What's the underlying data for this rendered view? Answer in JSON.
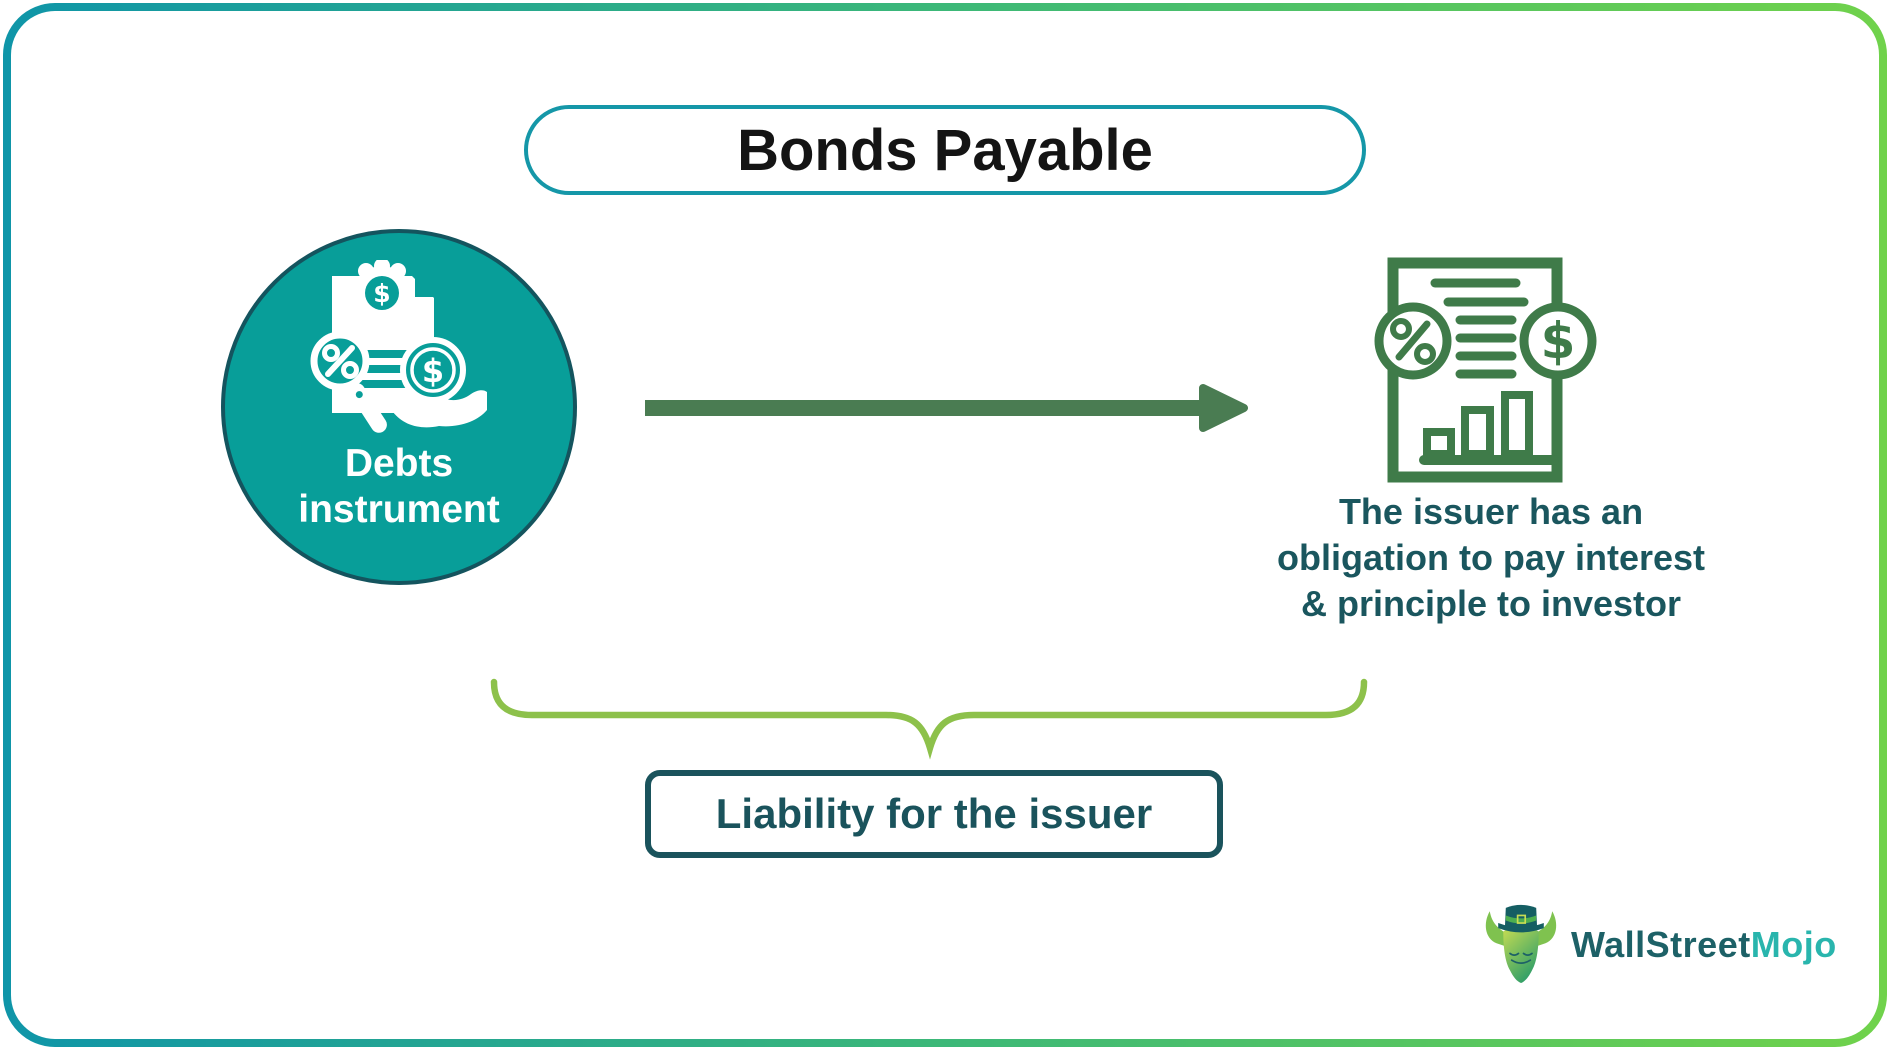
{
  "title": {
    "label": "Bonds Payable"
  },
  "source_node": {
    "icon": "debt-instrument-icon",
    "label": "Debts instrument",
    "label_lines": [
      "Debts",
      "instrument"
    ]
  },
  "arrow": {
    "icon": "right-arrow-icon",
    "direction": "left-to-right"
  },
  "target_node": {
    "icon": "bond-document-icon",
    "caption": "The issuer has an obligation to pay interest & principle to investor",
    "caption_lines": [
      "The issuer has an",
      "obligation to pay interest",
      "& principle to investor"
    ]
  },
  "brace": {
    "icon": "curly-brace-icon"
  },
  "liability": {
    "label": "Liability for the issuer"
  },
  "branding": {
    "icon": "bull-mascot-icon",
    "name_primary": "WallStreet",
    "name_accent": "Mojo"
  },
  "colors": {
    "frame_gradient_start": "#0f95a8",
    "frame_gradient_mid": "#3cb878",
    "frame_gradient_end": "#70d24b",
    "title_border": "#1597a8",
    "title_text": "#141414",
    "circle_fill": "#089e99",
    "circle_border": "#14545e",
    "circle_text": "#ffffff",
    "arrow_green": "#4a7c52",
    "doc_icon_green": "#3f7b49",
    "caption_teal": "#1a565e",
    "brace_green": "#8dc14b",
    "liability_teal": "#1a535c",
    "logo_dark": "#1d6167",
    "logo_accent": "#29b5ad"
  }
}
